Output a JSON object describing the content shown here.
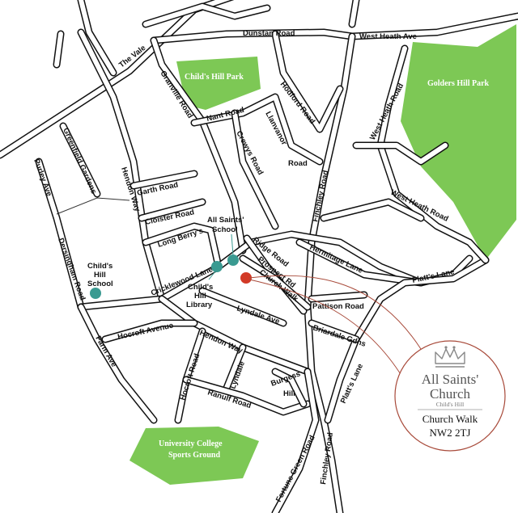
{
  "colors": {
    "park": "#7dc855",
    "road_outline": "#111111",
    "school_marker": "#3a9a91",
    "church_marker": "#d23a27",
    "leader_line": "#a84a3a",
    "badge_ring": "#a84a3a"
  },
  "parks": {
    "childs_hill_park": "Child's Hill Park",
    "golders_hill_park": "Golders Hill Park",
    "ucl_line1": "University College",
    "ucl_line2": "Sports Ground"
  },
  "roads": {
    "the_vale": "The Vale",
    "dunstan_road": "Dunstan Road",
    "west_heath_ave": "West Heath Ave",
    "granville_road": "Granville Road",
    "hodford_road": "Hodford Road",
    "nant_road": "Nant Road",
    "llanvanor_road_1": "Llanvanor",
    "llanvanor_road_2": "Road",
    "crewys_road": "Crewys Road",
    "finchley_road_north": "Finchley Road",
    "west_heath_road_1": "West Heath Road",
    "west_heath_road_2": "West Heath Road",
    "greenfield_gardens": "Greenfield Gardens",
    "purley_ave": "Purley Ave",
    "hendon_way_north": "Hendon Way",
    "garth_road": "Garth Road",
    "cloister_road": "Cloister Road",
    "long_berrys": "Long Berry's",
    "dersingham_road": "Dersingham Road",
    "cricklewood_lane": "Cricklewood Lane",
    "ridge_road": "Ridge Road",
    "prospect_rd": "Prospect Rd",
    "church_walk": "Church Walk",
    "hermitage_lane": "Hermitage Lane",
    "platts_lane_east": "Platt's Lane",
    "pattison_road": "Pattison Road",
    "lyndale_ave": "Lyndale Ave",
    "briardale_gdns": "Briardale Gdns",
    "hocroft_avenue": "Hocroft Avenue",
    "hendon_way_south": "Hendon Way",
    "farm_ave": "Farm Ave",
    "hocroft_road": "Hocroft Road",
    "lyndale": "Lyndale",
    "ranulf_road": "Ranulf Road",
    "burgess_hill_1": "Burgess",
    "burgess_hill_2": "Hill",
    "platts_lane_south": "Platt's Lane",
    "fortune_green_road": "Fortune Green Road",
    "finchley_road_south": "Finchley Road"
  },
  "places": {
    "all_saints_school_1": "All Saints'",
    "all_saints_school_2": "School",
    "childs_hill_school_1": "Child's",
    "childs_hill_school_2": "Hill",
    "childs_hill_school_3": "School",
    "childs_hill_library_1": "Child's",
    "childs_hill_library_2": "Hill",
    "childs_hill_library_3": "Library"
  },
  "badge": {
    "title_line1": "All Saints'",
    "title_line2": "Church",
    "subtitle": "Child's Hill",
    "icon": "crown-icon",
    "address_line1": "Church Walk",
    "address_line2": "NW2 2TJ"
  }
}
